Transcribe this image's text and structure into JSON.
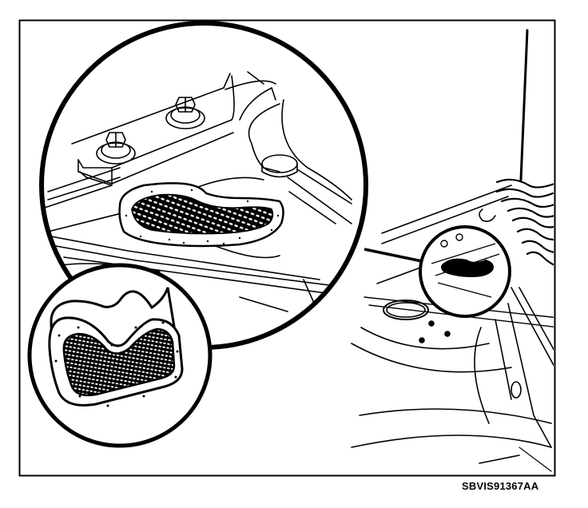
{
  "figure": {
    "caption_code": "SBVIS91367AA",
    "ink_color": "#000000",
    "paper_color": "#ffffff",
    "subject": "engine-compartment-cowl-screen",
    "callouts": [
      {
        "id": "detail-cowl-area",
        "shape": "circle"
      },
      {
        "id": "detail-screen-closeup",
        "shape": "circle"
      },
      {
        "id": "locator-circle",
        "shape": "circle"
      }
    ]
  }
}
